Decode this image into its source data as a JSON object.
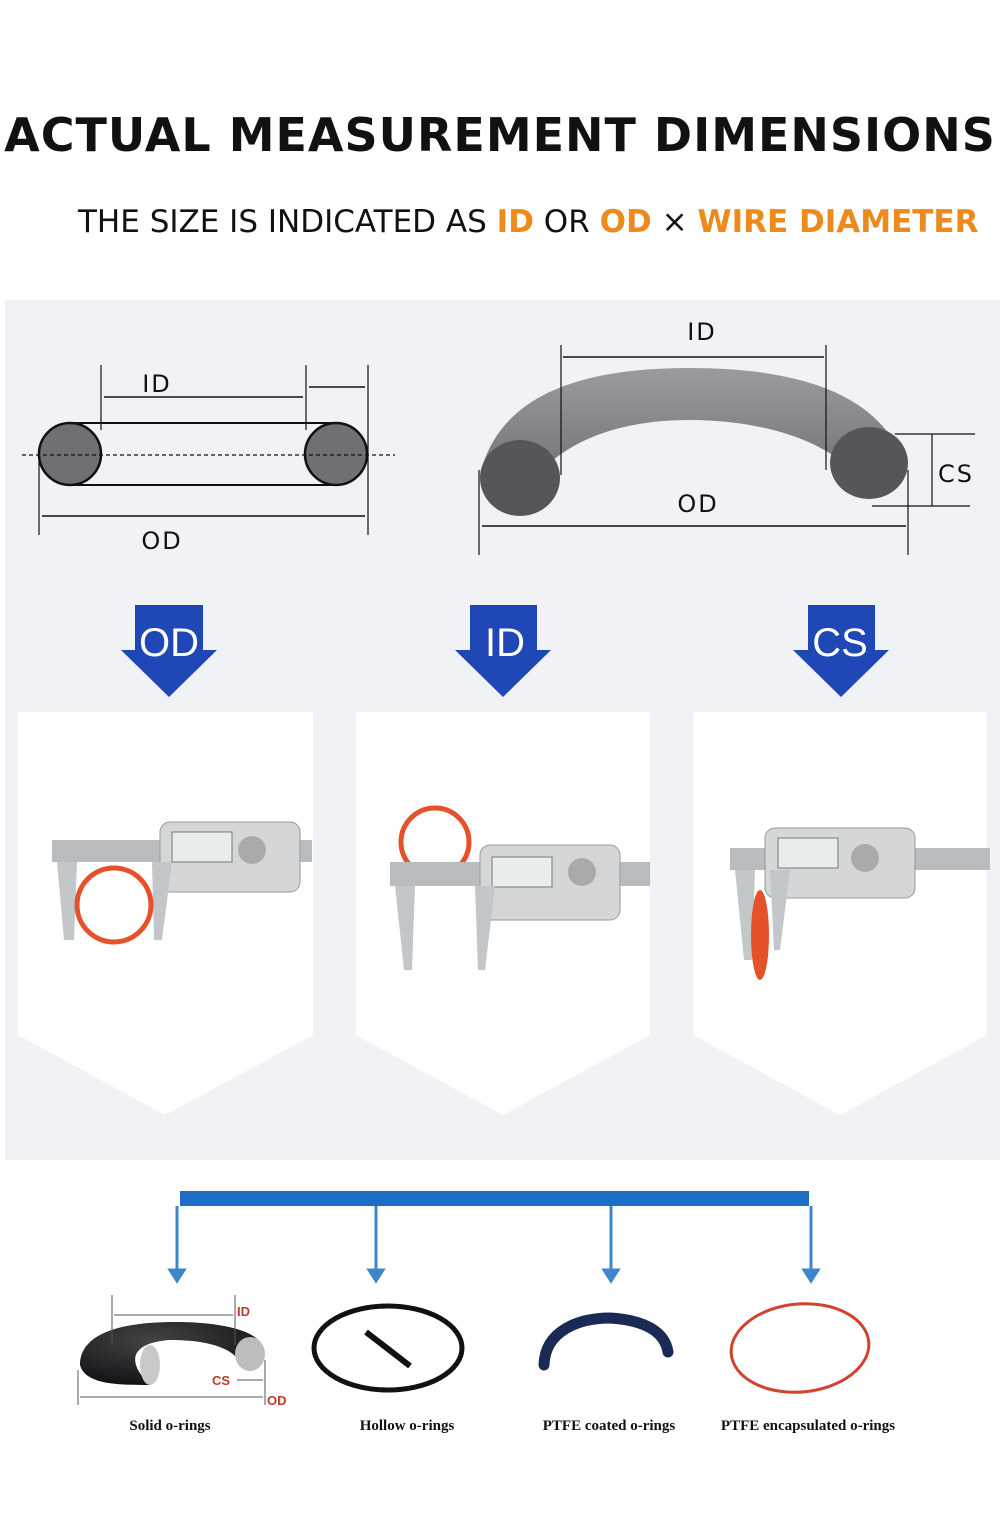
{
  "header": {
    "title": "ACTUAL MEASUREMENT DIMENSIONS",
    "subtitle": {
      "prefix": "THE SIZE IS INDICATED AS",
      "id": "ID",
      "or": "OR",
      "od": "OD",
      "times": "×",
      "wire": "WIRE DIAMETER"
    }
  },
  "diagram": {
    "left": {
      "id_label": "ID",
      "od_label": "OD"
    },
    "right": {
      "id_label": "ID",
      "od_label": "OD",
      "cs_label": "CS"
    }
  },
  "arrows": [
    {
      "label": "OD"
    },
    {
      "label": "ID"
    },
    {
      "label": "CS"
    }
  ],
  "types": [
    {
      "label": "Solid o-rings",
      "id_tag": "ID",
      "cs_tag": "CS",
      "od_tag": "OD"
    },
    {
      "label": "Hollow o-rings"
    },
    {
      "label": "PTFE coated o-rings"
    },
    {
      "label": "PTFE encapsulated o-rings"
    }
  ],
  "colors": {
    "accent": "#ec8a1c",
    "arrow_blue": "#1f47b5",
    "bar_blue": "#1c6fc4",
    "ring_orange": "#e4512a",
    "dim_red": "#c0392b"
  }
}
